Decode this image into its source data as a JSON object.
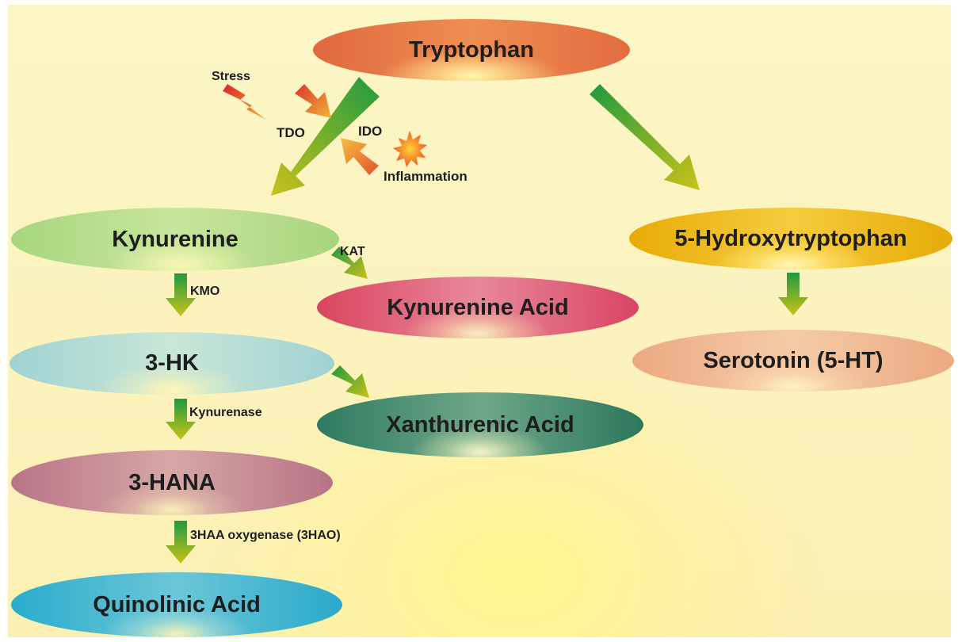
{
  "nodes": {
    "tryptophan": "Tryptophan",
    "kynurenine": "Kynurenine",
    "kynurenine_acid": "Kynurenine Acid",
    "three_hk": "3-HK",
    "xanthurenic_acid": "Xanthurenic Acid",
    "three_hana": "3-HANA",
    "quinolinic_acid": "Quinolinic Acid",
    "hydroxytryptophan": "5-Hydroxytryptophan",
    "serotonin": "Serotonin (5-HT)"
  },
  "labels": {
    "stress": "Stress",
    "tdo": "TDO",
    "ido": "IDO",
    "inflammation": "Inflammation",
    "kat": "KAT",
    "kmo": "KMO",
    "kynurenase": "Kynurenase",
    "haao": "3HAA oxygenase (3HAO)"
  },
  "colors": {
    "arrow_start": "#1f9a3f",
    "arrow_end": "#b8c21e",
    "stimulus_arrow_start": "#d9352a",
    "stimulus_arrow_end": "#f0b23a",
    "bolt_top": "#d8232a",
    "bolt_bottom": "#f7b531",
    "burst_outer": "#f15a24",
    "burst_inner": "#ffd23a"
  },
  "icons": {
    "stress": "lightning-bolt-icon",
    "inflammation": "starburst-icon"
  }
}
